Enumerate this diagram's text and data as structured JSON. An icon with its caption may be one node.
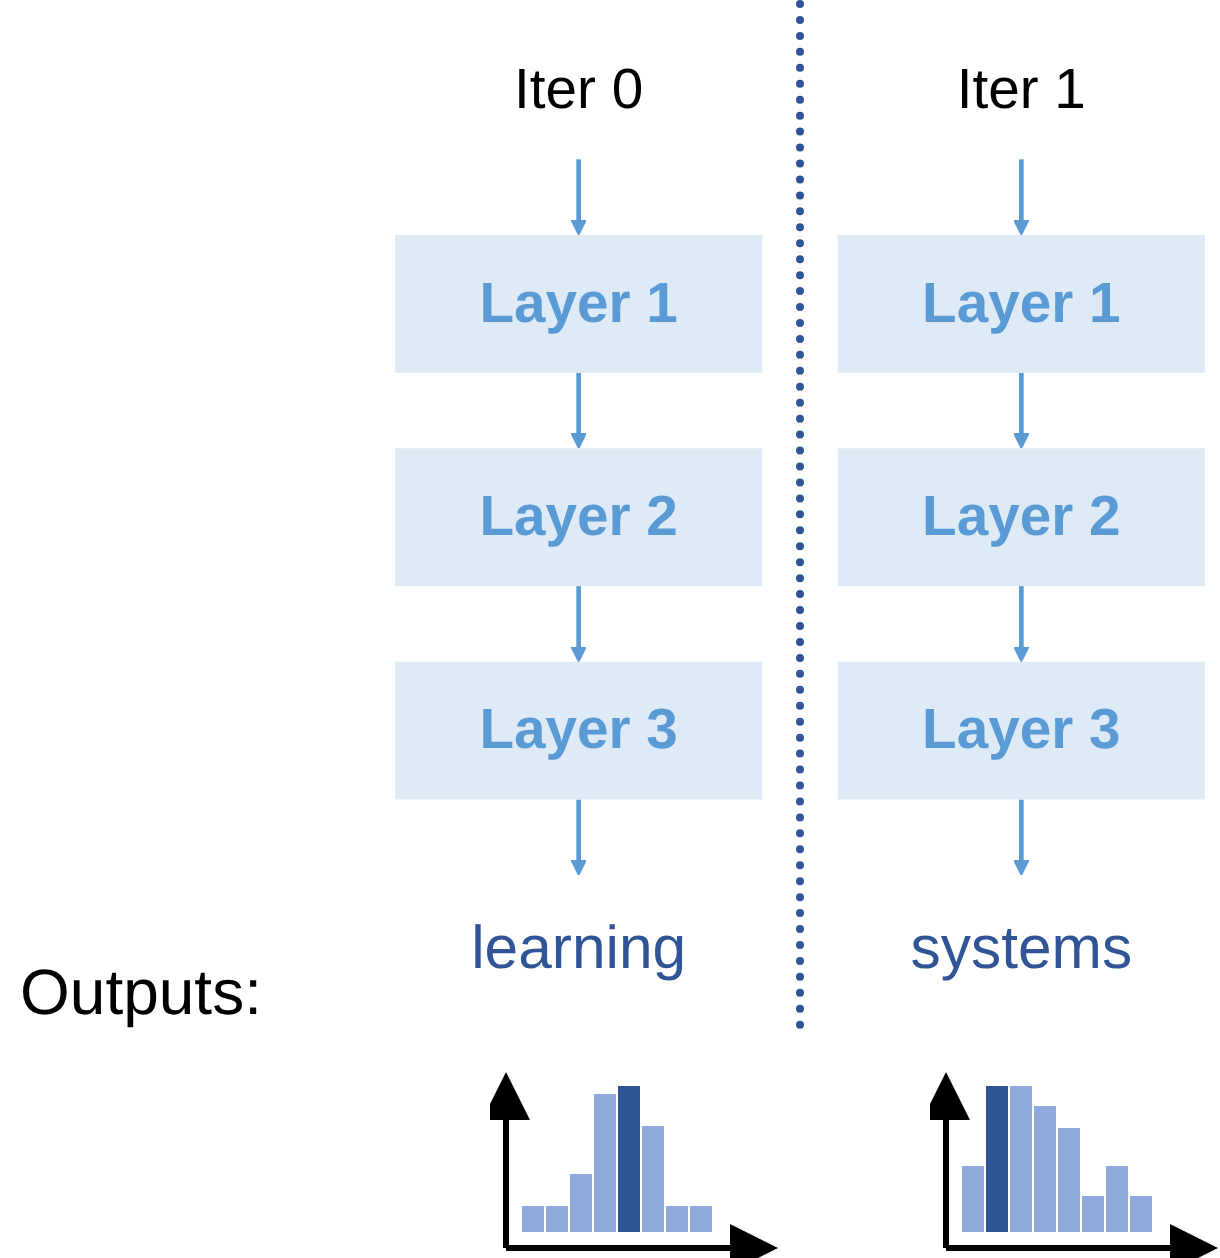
{
  "diagram": {
    "nodes": [
      {
        "text": [
          "Iter 0"
        ]
      },
      {
        "text": [
          "Layer 1"
        ]
      },
      {
        "text": [
          "Layer 2"
        ]
      },
      {
        "text": [
          "Layer 3"
        ]
      },
      {
        "text": [
          "learning"
        ]
      },
      {
        "text": [
          "Iter 1"
        ]
      },
      {
        "text": [
          "Layer 1"
        ]
      },
      {
        "text": [
          "Layer 2"
        ]
      },
      {
        "text": [
          "Layer 3"
        ]
      },
      {
        "text": [
          "systems"
        ]
      }
    ],
    "edges": [
      {
        "from": 0,
        "to": 1,
        "arrow": "to"
      },
      {
        "from": 1,
        "to": 2,
        "arrow": "to"
      },
      {
        "from": 2,
        "to": 3,
        "arrow": "to"
      },
      {
        "from": 3,
        "to": 4,
        "arrow": "to"
      },
      {
        "from": 5,
        "to": 6,
        "arrow": "to"
      },
      {
        "from": 6,
        "to": 7,
        "arrow": "to"
      },
      {
        "from": 7,
        "to": 8,
        "arrow": "to"
      },
      {
        "from": 8,
        "to": 9,
        "arrow": "to"
      }
    ],
    "labels": [
      "Outputs:"
    ]
  }
}
